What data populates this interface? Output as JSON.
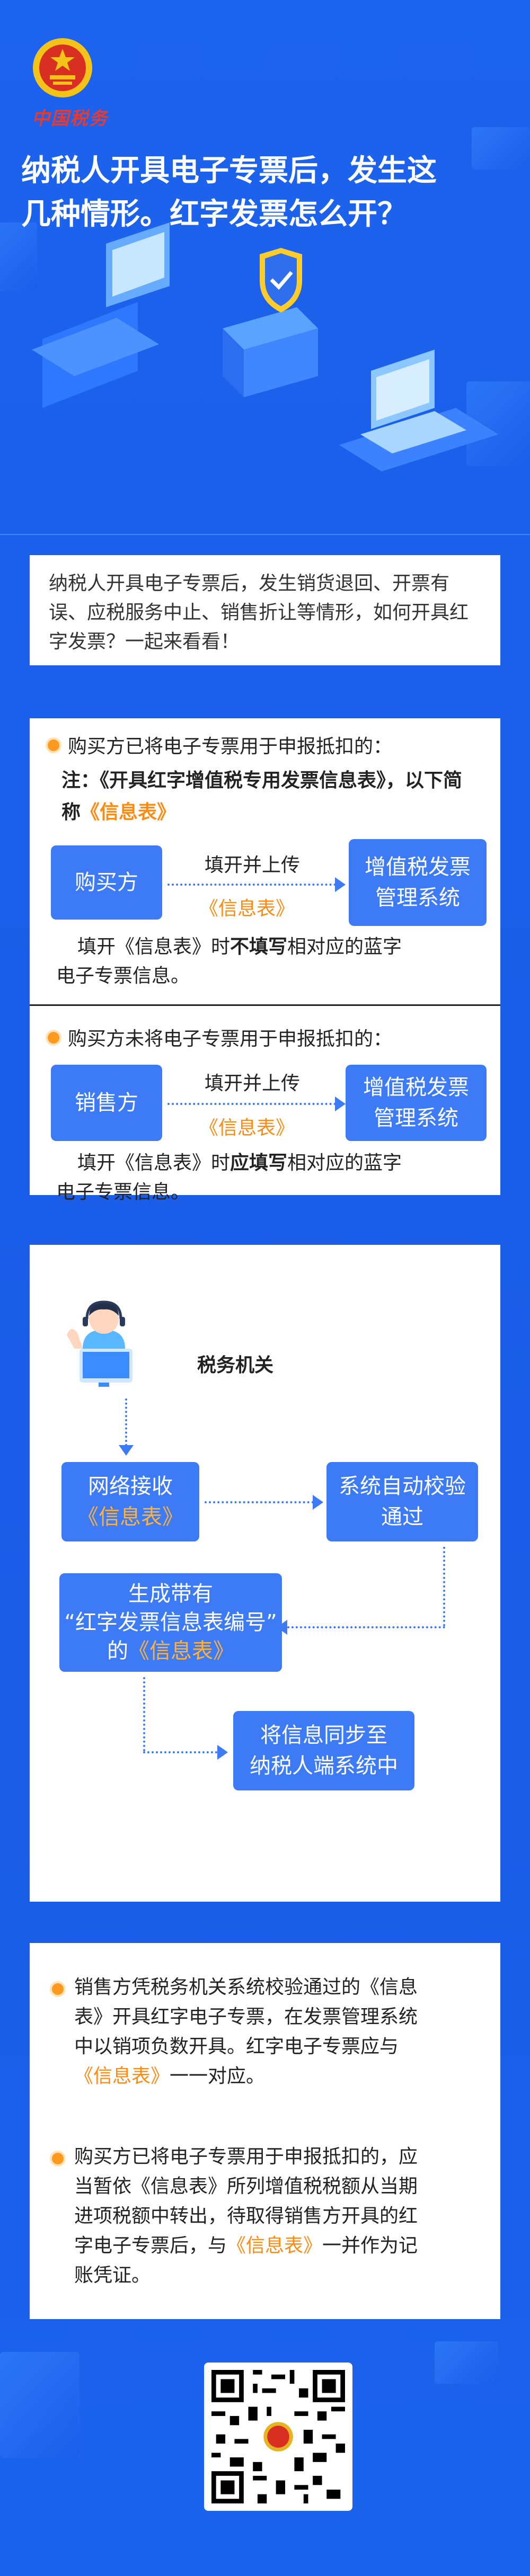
{
  "header": {
    "brand": "中国税务",
    "title_line1": "纳税人开具电子专票后，发生这",
    "title_line2": "几种情形。红字发票怎么开？"
  },
  "intro": {
    "text": "纳税人开具电子专票后，发生销货退回、开票有误、应税服务中止、销售折让等情形，如何开具红字发票？一起来看看！"
  },
  "section_buyer_used": {
    "heading": "购买方已将电子专票用于申报抵扣的：",
    "note_prefix": "注：《开具红字增值税专用发票信息表》，以下简称",
    "note_highlight": "《信息表》",
    "from": "购买方",
    "action": "填开并上传",
    "action_item": "《信息表》",
    "to_line1": "增值税发票",
    "to_line2": "管理系统",
    "remark_pre": "填开《信息表》时",
    "remark_bold": "不填写",
    "remark_post": "相对应的蓝字",
    "remark_line2": "电子专票信息。"
  },
  "section_buyer_unused": {
    "heading": "购买方未将电子专票用于申报抵扣的：",
    "from": "销售方",
    "action": "填开并上传",
    "action_item": "《信息表》",
    "to_line1": "增值税发票",
    "to_line2": "管理系统",
    "remark_pre": "填开《信息表》时",
    "remark_bold": "应填写",
    "remark_post": "相对应的蓝字",
    "remark_line2": "电子专票信息。"
  },
  "flow": {
    "agency": "税务机关",
    "step1_line1": "网络接收",
    "step1_line2": "《信息表》",
    "step2_line1": "系统自动校验",
    "step2_line2": "通过",
    "step3_line1": "生成带有",
    "step3_line2": "“红字发票信息表编号”",
    "step3_line3_pre": "的",
    "step3_line3_hl": "《信息表》",
    "step4_line1": "将信息同步至",
    "step4_line2": "纳税人端系统中"
  },
  "notes": {
    "n1_l1": "销售方凭税务机关系统校验通过的《信息",
    "n1_l2": "表》开具红字电子专票，在发票管理系统",
    "n1_l3": "中以销项负数开具。红字电子专票应与",
    "n1_l4_hl": "《信息表》",
    "n1_l4_post": "一一对应。",
    "n2_l1": "购买方已将电子专票用于申报抵扣的，应",
    "n2_l2": "当暂依《信息表》所列增值税税额从当期",
    "n2_l3": "进项税额中转出，待取得销售方开具的红",
    "n2_l4_pre": "字电子专票后，与",
    "n2_l4_hl": "《信息表》",
    "n2_l4_post": "一并作为记",
    "n2_l5": "账凭证。"
  },
  "colors": {
    "primary": "#1a5de8",
    "box": "#3d7af5",
    "highlight": "#ff8a10"
  }
}
